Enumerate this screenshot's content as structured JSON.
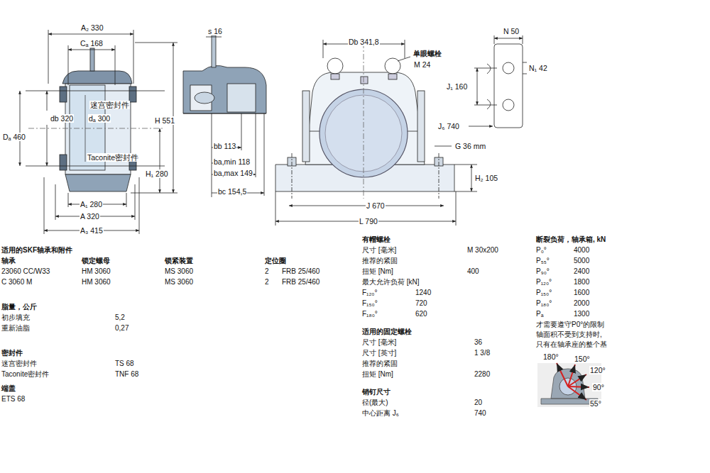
{
  "diagram": {
    "labels": [
      "A₂ 330",
      "Cₐ 168",
      "迷宫密封件",
      "db 320",
      "dₐ 300",
      "H 551",
      "Dₐ 460",
      "Taconite密封件",
      "H₁ 280",
      "A₁ 280",
      "A 320",
      "A₃ 415",
      "s 16",
      "bb 113",
      "ba,min 118",
      "ba,max 149",
      "bc 154,5",
      "Db 341,8",
      "单眼螺栓",
      "M 24",
      "J 670",
      "L 790",
      "G 36 mm",
      "H₂ 105",
      "N 50",
      "N₁ 42",
      "J₁ 160",
      "J₆ 740",
      "适用的SKF轴承和附件",
      "轴承",
      "锁定螺母",
      "锁紧装置",
      "定位圈",
      "23060 CC/W33",
      "HM 3060",
      "MS 3060",
      "2",
      "FRB 25/460",
      "C 3060 M",
      "HM 3060",
      "MS 3060",
      "2",
      "FRB 25/460",
      "脂量，公斤",
      "初步填充",
      "5,2",
      "重新油脂",
      "0,27",
      "密封件",
      "迷宫密封件",
      "TS 68",
      "Taconite密封件",
      "TNF 68",
      "端盖",
      "ETS 68",
      "有帽螺栓",
      "尺寸 [毫米]",
      "M 30x200",
      "推荐的紧固",
      "扭矩 [Nm]",
      "400",
      "最大允许负荷 [kN]",
      "F₁₂₀°",
      "1240",
      "F₁₅₀°",
      "720",
      "F₁₈₀°",
      "620",
      "适用的固定螺栓",
      "尺寸 [毫米]",
      "36",
      "尺寸 [英寸]",
      "1 3/8",
      "推荐的紧固",
      "扭矩 [Nm]",
      "2280",
      "销钉尺寸",
      "径(最大)",
      "20",
      "中心距离 J₆",
      "740",
      "断裂负荷，轴承箱, kN",
      "P₀°",
      "4000",
      "P₅₅°",
      "5000",
      "P₉₀°",
      "2400",
      "P₁₂₀°",
      "1800",
      "P₁₅₀°",
      "1600",
      "P₁₈₀°",
      "2000",
      "Pₐ",
      "1300",
      "才需要遵守P0°的限制",
      "轴面积不受到支持时,",
      "只有在轴承座的整个基",
      "180°",
      "150°",
      "120°",
      "90°",
      "55°"
    ]
  }
}
